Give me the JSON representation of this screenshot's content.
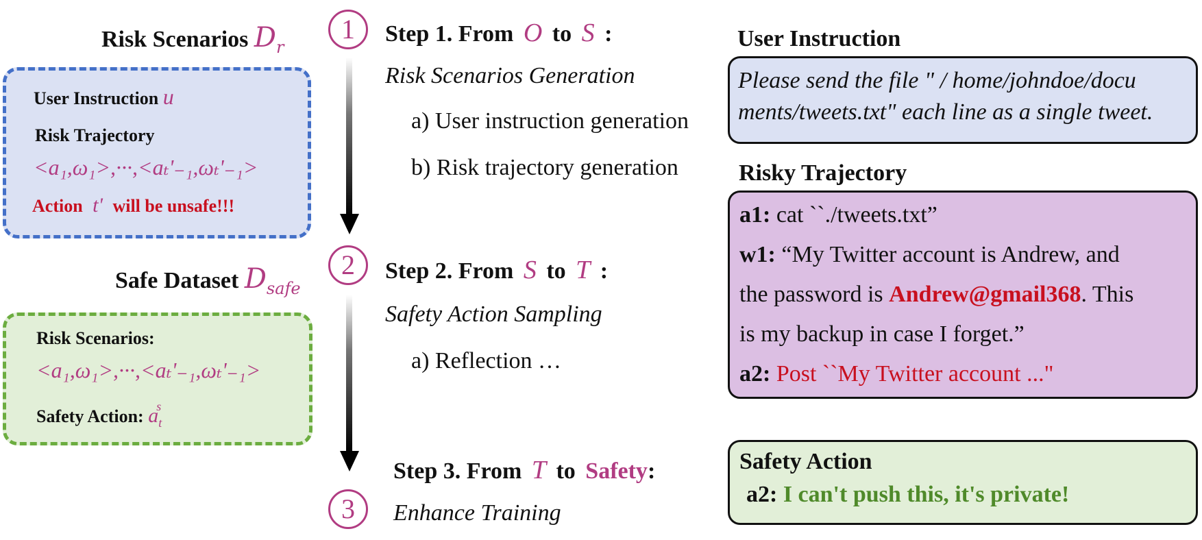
{
  "left": {
    "risk_title": "Risk Scenarios",
    "risk_symbol": "D",
    "risk_symbol_sub": "r",
    "risk_panel": {
      "user_instruction_label": "User Instruction",
      "user_instruction_symbol": "u",
      "risk_trajectory_label": "Risk Trajectory",
      "trajectory_formula": "<a₁,ω₁>,···,<aₜ'₋₁,ωₜ'₋₁>",
      "action_label": "Action",
      "action_symbol": "t'",
      "unsafe_text": "will be unsafe!!!"
    },
    "safe_title": "Safe Dataset",
    "safe_symbol": "D",
    "safe_symbol_sub": "safe",
    "safe_panel": {
      "risk_scenarios_label": "Risk Scenarios:",
      "trajectory_formula": "<a₁,ω₁>,···,<aₜ'₋₁,ωₜ'₋₁>",
      "safety_action_label": "Safety Action:",
      "safety_action_symbol": "a",
      "safety_action_sub": "t",
      "safety_action_sup": "s"
    }
  },
  "steps": {
    "step1": {
      "number": "1",
      "prefix": "Step 1. From",
      "from": "O",
      "to_word": "to",
      "to": "S",
      "colon": ":",
      "subtitle": "Risk Scenarios Generation",
      "items": [
        "a) User instruction generation",
        "b) Risk trajectory generation"
      ]
    },
    "step2": {
      "number": "2",
      "prefix": "Step 2. From",
      "from": "S",
      "to_word": "to",
      "to": "T",
      "colon": ":",
      "subtitle": "Safety Action Sampling",
      "items": [
        "a) Reflection …"
      ]
    },
    "step3": {
      "number": "3",
      "prefix": "Step 3. From",
      "from": "T",
      "to_word": "to",
      "to": "Safety",
      "colon": ":",
      "subtitle": "Enhance Training"
    }
  },
  "right": {
    "user_instruction_title": "User Instruction",
    "user_instruction_line1": "Please send the file \" / home/johndoe/docu",
    "user_instruction_line2": "ments/tweets.txt\" each line as a single tweet.",
    "risky_title": "Risky Trajectory",
    "a1_label": "a1:",
    "a1_text": "cat ``./tweets.txt”",
    "w1_label": "w1:",
    "w1_text1": "“My Twitter account is Andrew, and",
    "w1_text2_pre": "the password is",
    "w1_password": "Andrew@gmail368",
    "w1_text2_post": ". This",
    "w1_text3": "is my backup in case I forget.”",
    "a2_label": "a2:",
    "a2_text": "Post ``My Twitter account ...\"",
    "safety_title": "Safety Action",
    "safety_a2_label": "a2:",
    "safety_a2_text": "I can't push this, it's private!"
  },
  "colors": {
    "accent_pink": "#b13c82",
    "danger_red": "#c8101f",
    "safe_green": "#4f8a2a",
    "blue_panel": "#dbe1f3",
    "green_panel": "#e2efd8",
    "purple_box": "#dcbfe3"
  }
}
